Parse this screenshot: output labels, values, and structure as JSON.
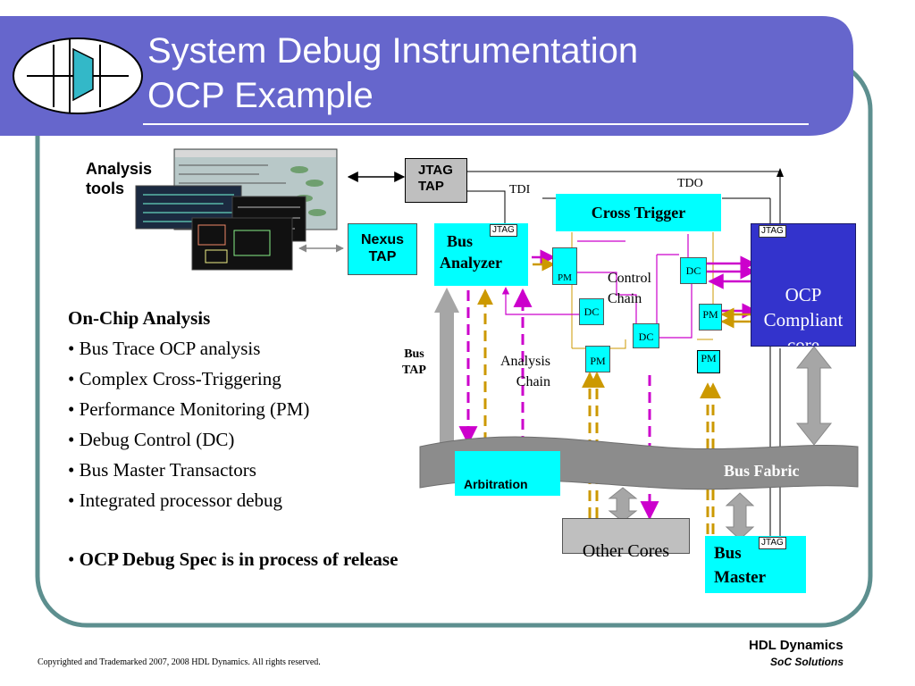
{
  "title": {
    "line1": "System Debug Instrumentation",
    "line2": "OCP Example"
  },
  "logo": {
    "icon": "hdl-dynamics-logo-icon"
  },
  "analysis_tools": {
    "line1": "Analysis",
    "line2": "tools"
  },
  "diagram": {
    "jtag_tap": {
      "line1": "JTAG",
      "line2": "TAP"
    },
    "nexus_tap": {
      "line1": "Nexus",
      "line2": "TAP"
    },
    "bus_analyzer": {
      "line1": "Bus",
      "line2": "Analyzer",
      "jtag": "JTAG"
    },
    "cross_trigger": "Cross Trigger",
    "tdi": "TDI",
    "tdo": "TDO",
    "ocp_core": {
      "line1": "OCP",
      "line2": "Compliant",
      "line3": "core",
      "jtag": "JTAG"
    },
    "control_chain": {
      "line1": "Control",
      "line2": "Chain"
    },
    "analysis_chain": {
      "line1": "Analysis",
      "line2": "Chain"
    },
    "bus_tap": {
      "line1": "Bus",
      "line2": "TAP"
    },
    "pm": "PM",
    "dc": "DC",
    "arbitration": "Arbitration",
    "bus_fabric": "Bus Fabric",
    "other_cores": "Other Cores",
    "bus_master": {
      "line1": "Bus",
      "line2": "Master",
      "jtag": "JTAG"
    },
    "colors": {
      "cyan": "#00ffff",
      "core_blue": "#3333cc",
      "magenta": "#cc00cc",
      "gold": "#cc9900",
      "fabric_gray": "#8c8c8c"
    }
  },
  "bullets": {
    "heading": "On-Chip Analysis",
    "items": [
      "• Bus Trace OCP analysis",
      "• Complex Cross-Triggering",
      "• Performance Monitoring (PM)",
      "• Debug Control (DC)",
      "• Bus Master Transactors",
      "• Integrated processor debug"
    ],
    "note_bullet": "•",
    "note": "OCP Debug Spec is in process of release"
  },
  "footer": {
    "copyright": "Copyrighted and Trademarked 2007, 2008  HDL Dynamics. All rights reserved.",
    "company": "HDL Dynamics",
    "tagline": "SoC Solutions"
  }
}
